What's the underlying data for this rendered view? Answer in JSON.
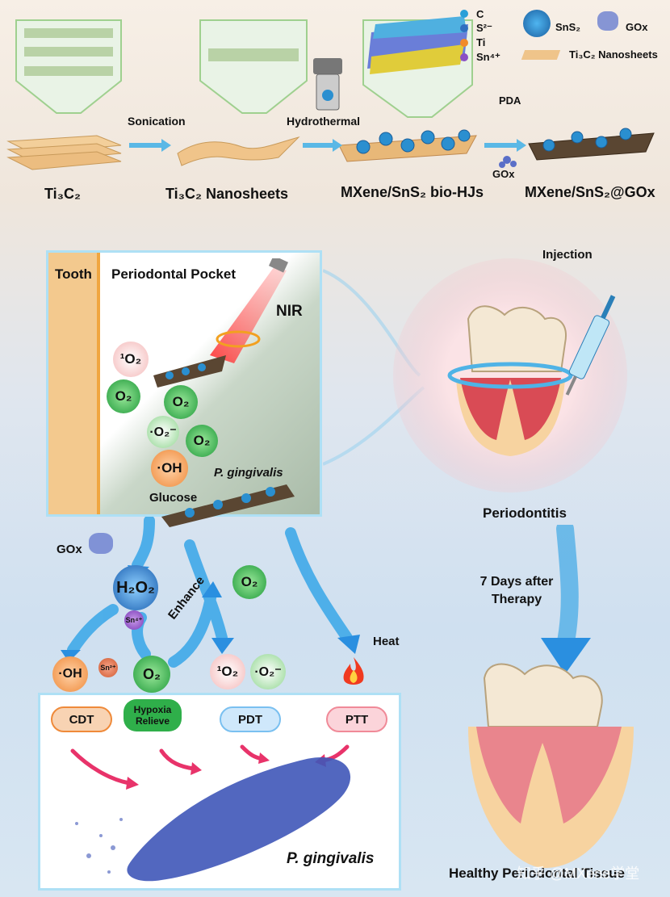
{
  "synthesis": {
    "steps": [
      {
        "label": "Ti₃C₂"
      },
      {
        "label": "Ti₃C₂ Nanosheets"
      },
      {
        "label": "MXene/SnS₂ bio-HJs"
      },
      {
        "label": "MXene/SnS₂@GOx"
      }
    ],
    "arrows": [
      "Sonication",
      "Hydrothermal"
    ],
    "pda_label": "PDA",
    "gox_label": "GOx"
  },
  "legend": {
    "items": [
      "C",
      "S²⁻",
      "Ti",
      "Sn⁴⁺"
    ],
    "sns2": "SnS₂",
    "gox": "GOx",
    "nanosheets": "Ti₃C₂ Nanosheets",
    "colors": {
      "C": "#2a9fd8",
      "S": "#2f6fc0",
      "Ti": "#f08a2a",
      "Sn": "#8a4fc4"
    }
  },
  "pocket": {
    "tooth": "Tooth",
    "title": "Periodontal Pocket",
    "nir": "NIR",
    "species": [
      "¹O₂",
      "O₂",
      "O₂",
      "·O₂⁻",
      "O₂",
      "·OH"
    ],
    "pg": "P. gingivalis",
    "glucose": "Glucose"
  },
  "right_panel": {
    "injection": "Injection",
    "periodontitis": "Periodontitis",
    "therapy": "7 Days after Therapy",
    "healthy": "Healthy Periodontal Tissue"
  },
  "mechanism": {
    "gox": "GOx",
    "h2o2": "H₂O₂",
    "sn4": "Sn⁴⁺",
    "sn2": "Sn²⁺",
    "oh": "·OH",
    "o2": "O₂",
    "o2b": "O₂",
    "singlet": "¹O₂",
    "superoxide": "·O₂⁻",
    "enhance": "Enhance",
    "heat": "Heat"
  },
  "outcomes": {
    "pills": [
      "CDT",
      "Hypoxia Relieve",
      "PDT",
      "PTT"
    ],
    "bacterium": "P. gingivalis"
  },
  "watermark": "知乎 @MXene学堂"
}
